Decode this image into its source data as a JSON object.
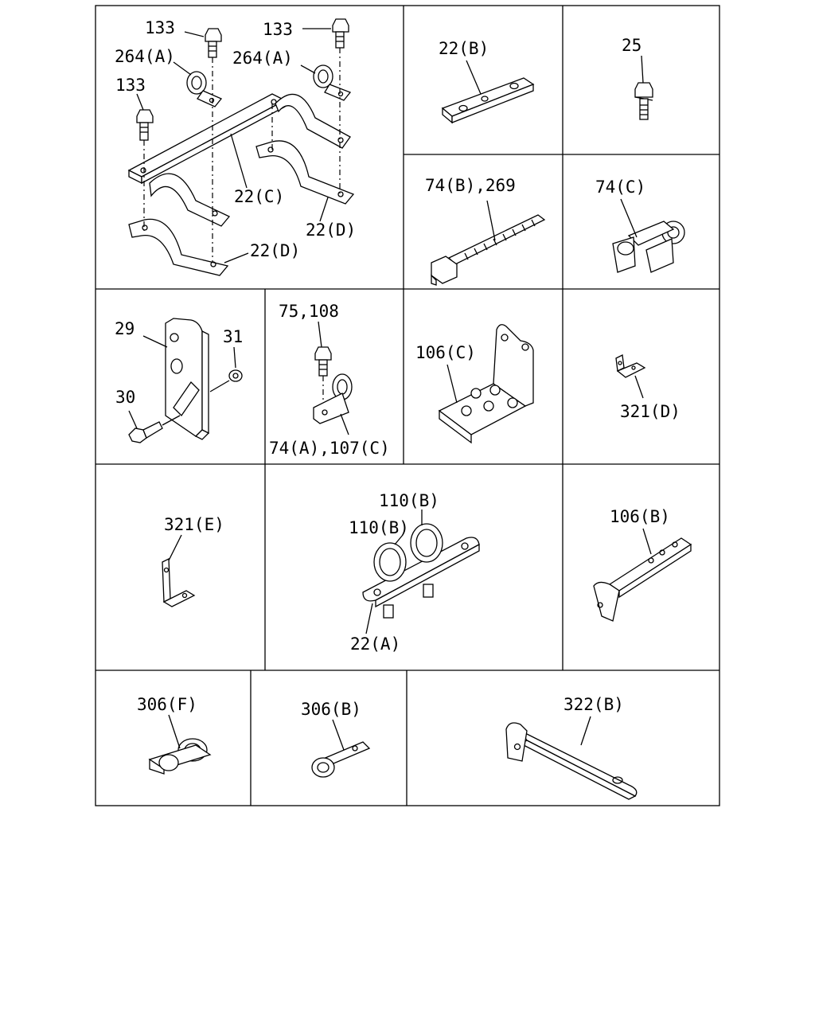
{
  "labels": {
    "p133a": "133",
    "p133b": "133",
    "p133c": "133",
    "p264a": "264(A)",
    "p264b": "264(A)",
    "p22c": "22(C)",
    "p22d1": "22(D)",
    "p22d2": "22(D)",
    "p22b": "22(B)",
    "p25": "25",
    "p74b": "74(B),269",
    "p74c": "74(C)",
    "p29": "29",
    "p31": "31",
    "p30": "30",
    "p75": "75,108",
    "p74a": "74(A),107(C)",
    "p106c": "106(C)",
    "p321d": "321(D)",
    "p321e": "321(E)",
    "p110b1": "110(B)",
    "p110b2": "110(B)",
    "p22a": "22(A)",
    "p106b": "106(B)",
    "p306f": "306(F)",
    "p306b": "306(B)",
    "p322b": "322(B)"
  }
}
